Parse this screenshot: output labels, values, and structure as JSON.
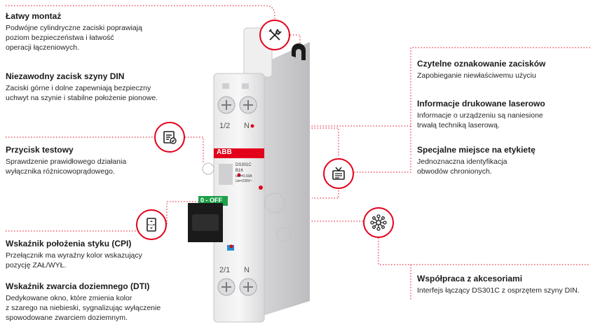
{
  "features_left": [
    {
      "title": "Łatwy montaż",
      "lines": [
        "Podwójne cylindryczne zaciski poprawiają",
        "poziom bezpieczeństwa i łatwość",
        "operacji łączeniowych."
      ]
    },
    {
      "title": "Niezawodny zacisk szyny DIN",
      "lines": [
        "Zaciski górne i dolne zapewniają bezpieczny",
        "uchwyt na szynie i stabilne położenie pionowe."
      ]
    },
    {
      "title": "Przycisk testowy",
      "lines": [
        "Sprawdzenie prawidłowego działania",
        "wyłącznika różnicowoprądowego."
      ]
    },
    {
      "title": "Wskaźnik położenia styku (CPI)",
      "lines": [
        "Przełącznik ma wyraźny kolor wskazujący",
        "pozycję ZAŁ/WYŁ."
      ]
    },
    {
      "title": "Wskaźnik zwarcia doziemnego (DTI)",
      "lines": [
        "Dedykowane okno, które zmienia kolor",
        "z szarego na niebieski, sygnalizując wyłączenie",
        "spowodowane zwarciem doziemnym."
      ]
    }
  ],
  "features_right": [
    {
      "title": "Czytelne oznakowanie zacisków",
      "lines": [
        "Zapobieganie niewłaściwemu użyciu"
      ]
    },
    {
      "title": "Informacje drukowane laserowo",
      "lines": [
        "Informacje o urządzeniu są naniesione",
        "trwałą techniką laserową."
      ]
    },
    {
      "title": "Specjalne miejsce na etykietę",
      "lines": [
        "Jednoznaczna identyfikacja",
        "obwodów chronionych."
      ]
    },
    {
      "title": "Współpraca z akcesoriami",
      "lines": [
        "Interfejs łączący DS301C z osprzętem szyny DIN."
      ]
    }
  ],
  "device": {
    "brand": "ABB",
    "model": "DS301C",
    "rating": "B16",
    "idn": "IΔn=0.03A",
    "un": "Un=230V~",
    "terminal_top_left": "1/2",
    "terminal_top_right": "N",
    "terminal_bottom_left": "2/1",
    "terminal_bottom_right": "N",
    "switch_label": "0 - OFF"
  },
  "icons": [
    "tools-icon",
    "test-checklist-icon",
    "contact-indicator-icon",
    "label-tv-icon",
    "accessories-network-icon"
  ],
  "colors": {
    "accent": "#e3001b",
    "abb_red": "#e3001b",
    "handle": "#1a1a1a",
    "switch_green": "#1ea04a",
    "dti_blue": "#1e90d6"
  }
}
